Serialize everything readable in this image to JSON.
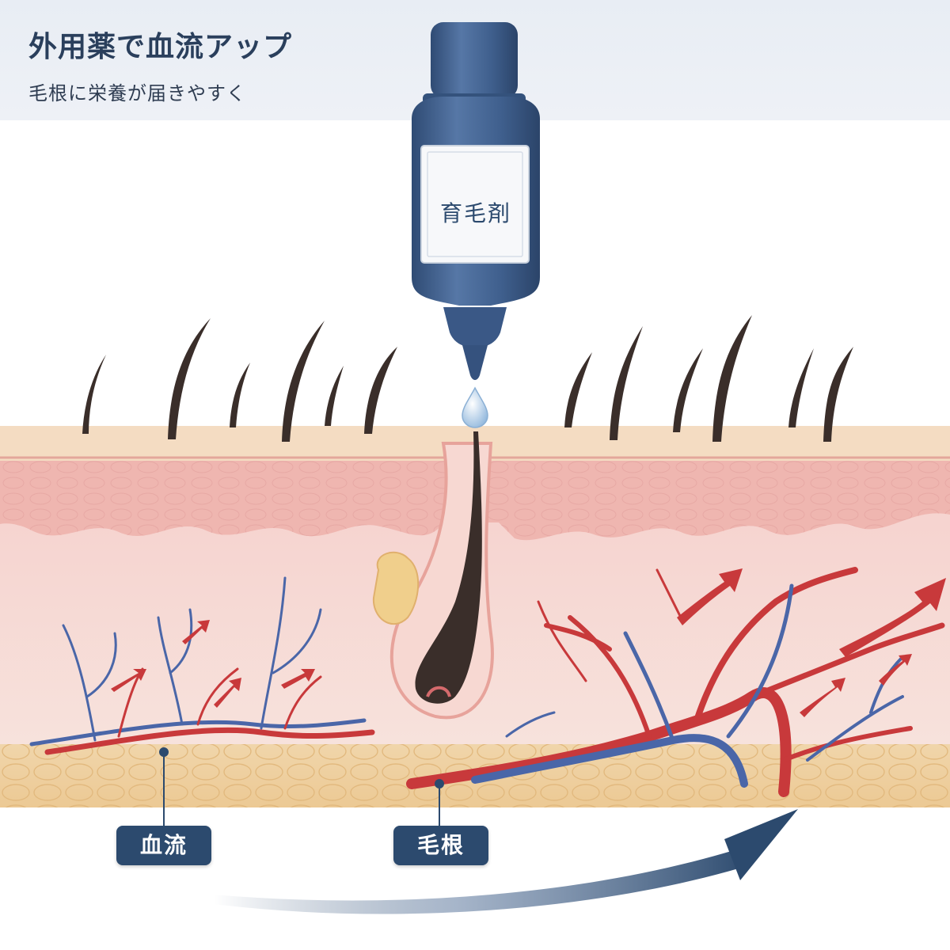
{
  "header": {
    "title": "外用薬で血流アップ",
    "subtitle": "毛根に栄養が届きやすく"
  },
  "bottle": {
    "label": "育毛剤"
  },
  "labels": {
    "blood_flow": "血流",
    "hair_root": "毛根"
  },
  "colors": {
    "header_bg": "#e8edf4",
    "title": "#2a3f5c",
    "bottle": "#3f5f8d",
    "label_bg": "#2c4a6e",
    "artery": "#c8393b",
    "vein": "#4a66a8",
    "epidermis": "#f3d9c0",
    "dermis": "#f4cbc6",
    "fat": "#f1d5a4",
    "hair": "#3a2e2a"
  }
}
